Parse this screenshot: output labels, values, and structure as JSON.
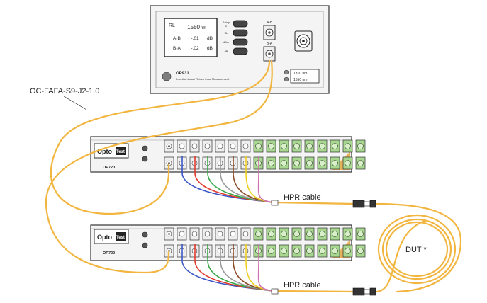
{
  "meter": {
    "lcd": {
      "mode": "RL",
      "wavelength": "1550",
      "wavelength_unit": "nm",
      "rows": [
        {
          "label": "A-B",
          "value": "-.01",
          "unit": "dB"
        },
        {
          "label": "B-A",
          "value": "-.02",
          "unit": "dB"
        }
      ]
    },
    "buttons": [
      {
        "label": "Setup",
        "sublabel": "λ"
      },
      {
        "label": "RL",
        "sublabel": ""
      },
      {
        "label": "dBm",
        "sublabel": ""
      },
      {
        "label": "dB",
        "sublabel": ""
      }
    ],
    "model": "OP931",
    "description": "Insertion Loss / Return Loss Measurement",
    "port_top_label": "A-B",
    "port_bottom_label": "B-A",
    "wavelength_indicators": [
      "1310 nm",
      "1550 nm"
    ]
  },
  "switches": [
    {
      "brand_left": "Opto",
      "brand_right": "Test",
      "model": "OP720"
    },
    {
      "brand_left": "Opto",
      "brand_right": "Test",
      "model": "OP720"
    }
  ],
  "labels": {
    "jumper": "OC-FAFA-S9-J2-1.0",
    "hpr_top": "HPR cable",
    "hpr_bottom": "HPR cable",
    "dut": "DUT *"
  },
  "colors": {
    "fiber": "#f2b640",
    "panel": "#f4f4f4",
    "panel_stroke": "#333333",
    "port_green": "#a8d890",
    "corner_accent": "#e6b35a",
    "hpr_fan_colors": [
      "#3a56c8",
      "#e13a2d",
      "#3aa84a",
      "#9a9a9a",
      "#8a4a28",
      "#f0d020",
      "#d070b0"
    ]
  }
}
